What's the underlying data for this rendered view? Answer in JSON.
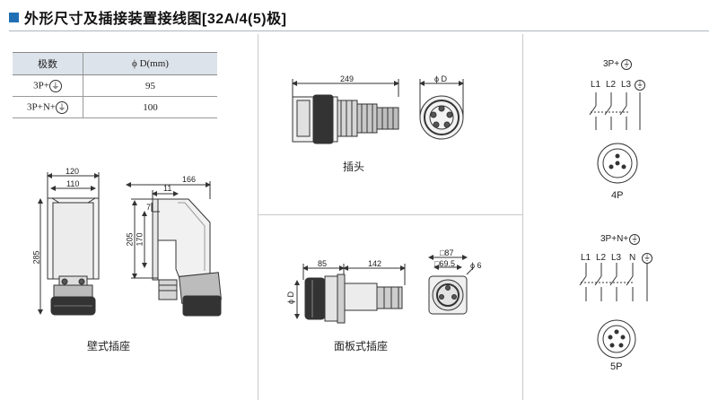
{
  "header": {
    "title": "外形尺寸及插接装置接线图[32A/4(5)极]"
  },
  "table": {
    "headers": [
      "极数",
      "ϕ D(mm)"
    ],
    "rows": [
      {
        "poles": "3P+",
        "d": "95"
      },
      {
        "poles": "3P+N+",
        "d": "100"
      }
    ]
  },
  "wall_socket": {
    "caption": "壁式插座",
    "dims": {
      "w120": "120",
      "w110": "110",
      "w166": "166",
      "w11": "11",
      "h7": "7",
      "h205": "205",
      "h170": "170",
      "h285": "285"
    }
  },
  "plug": {
    "caption": "插头",
    "dims": {
      "l249": "249",
      "phi_d": "ϕ D"
    }
  },
  "panel_socket": {
    "caption": "面板式插座",
    "dims": {
      "l85": "85",
      "l142": "142",
      "phi_d": "ϕ D",
      "sq87": "□87",
      "sq69": "□69.5",
      "phi6": "ϕ 6"
    }
  },
  "wiring": {
    "p4": {
      "title": "3P+",
      "labels": [
        "L1",
        "L2",
        "L3"
      ],
      "caption": "4P"
    },
    "p5": {
      "title": "3P+N+",
      "labels": [
        "L1",
        "L2",
        "L3",
        "N"
      ],
      "caption": "5P"
    }
  }
}
